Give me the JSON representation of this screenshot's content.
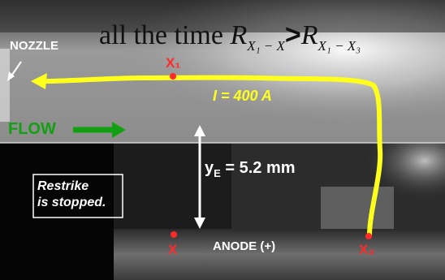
{
  "title": {
    "prefix": "all the time",
    "lhs_letter": "R",
    "lhs_subscript": "X₁ − X",
    "operator": ">",
    "rhs_letter": "R",
    "rhs_subscript": "X₁ − X₃"
  },
  "labels": {
    "nozzle": "NOZZLE",
    "flow": "FLOW",
    "current": "I = 400 A",
    "gap_symbol": "y",
    "gap_subscript": "E",
    "gap_value": "= 5.2 mm",
    "restrike_line1": "Restrike",
    "restrike_line2": "is stopped.",
    "anode": "ANODE (+)"
  },
  "points": {
    "x1": "X₁",
    "x": "X",
    "x3": "X₃"
  },
  "colors": {
    "arc_path": "#ffff1e",
    "flow_arrow": "#12a012",
    "point_marker": "#ff2a2a",
    "text_light": "#ffffff",
    "title_text": "#111111"
  }
}
